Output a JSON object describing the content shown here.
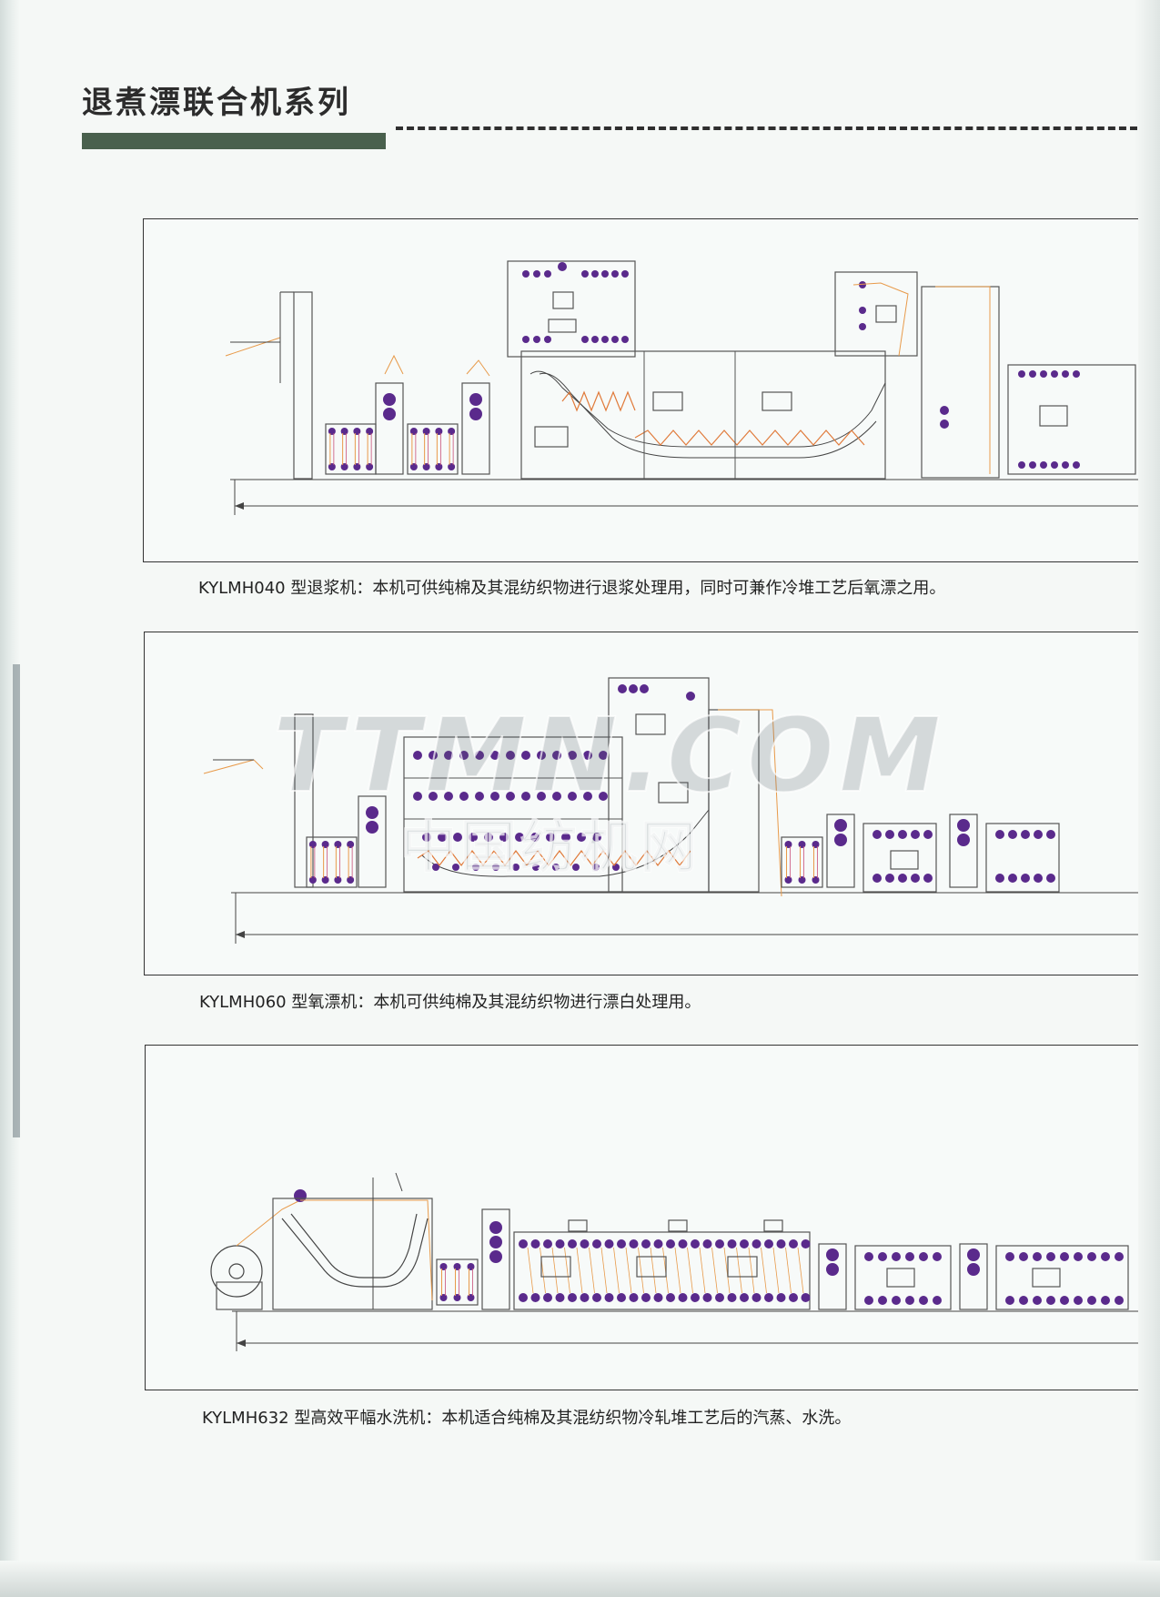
{
  "page": {
    "title": "退煮漂联合机系列"
  },
  "machines": [
    {
      "model": "KYLMH040",
      "caption": "KYLMH040 型退浆机：本机可供纯棉及其混纺织物进行退浆处理用，同时可兼作冷堆工艺后氧漂之用。"
    },
    {
      "model": "KYLMH060",
      "caption": "KYLMH060 型氧漂机：本机可供纯棉及其混纺织物进行漂白处理用。"
    },
    {
      "model": "KYLMH632",
      "caption": "KYLMH632 型高效平幅水洗机：本机适合纯棉及其混纺织物冷轧堆工艺后的汽蒸、水洗。"
    }
  ],
  "watermark": {
    "main": "TTMN.COM",
    "sub": "中国纺机网"
  },
  "colors": {
    "title_bar": "#49604d",
    "roller": "#5a2a8c",
    "fabric_path": "#e89a4a",
    "frame_line": "#555555",
    "zigzag": "#e07a3a"
  }
}
